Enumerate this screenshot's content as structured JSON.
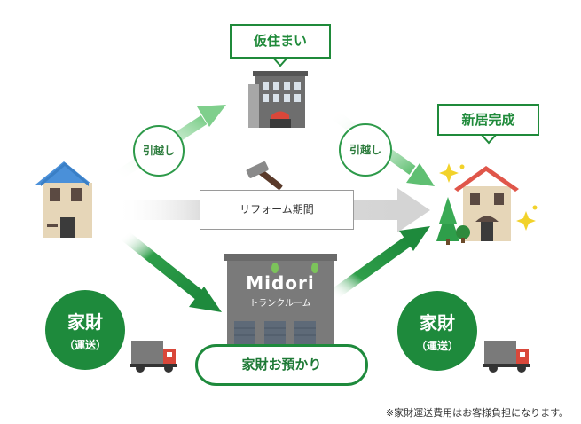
{
  "callouts": {
    "temporary_residence": "仮住まい",
    "new_home_complete": "新居完成"
  },
  "moves": {
    "left": "引越し",
    "right": "引越し"
  },
  "renovation_period": "リフォーム期間",
  "storage_building": {
    "brand": "Midori",
    "sub": "トランクルーム"
  },
  "household_goods_left": {
    "title": "家財",
    "sub": "（運送）"
  },
  "household_goods_right": {
    "title": "家財",
    "sub": "（運送）"
  },
  "storage_pill": "家財お預かり",
  "footnote": "※家財運送費用はお客様負担になります。",
  "colors": {
    "green_dark": "#1e8a3c",
    "green_light": "#8fd39a",
    "gray_arrow": "#d6d6d6",
    "roof_blue": "#4a90d9",
    "roof_red": "#e0564a"
  }
}
